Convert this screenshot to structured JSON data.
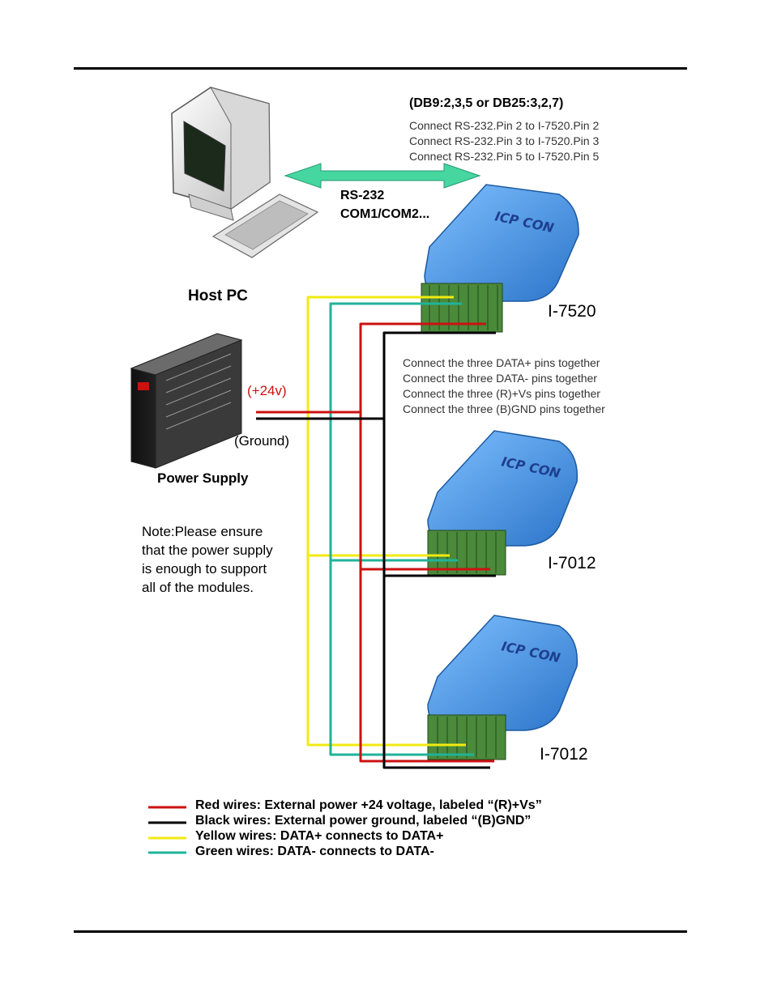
{
  "pc": {
    "label": "Host PC"
  },
  "rs232": {
    "pins_title": "(DB9:2,3,5  or DB25:3,2,7)",
    "pin_lines": [
      "Connect RS-232.Pin 2  to I-7520.Pin 2",
      "Connect RS-232.Pin 3  to I-7520.Pin 3",
      "Connect RS-232.Pin 5  to I-7520.Pin 5"
    ],
    "link_label_1": "RS-232",
    "link_label_2": "COM1/COM2..."
  },
  "modules": [
    {
      "label": "I-7520",
      "logo": "ICP CON"
    },
    {
      "label": "I-7012",
      "logo": "ICP CON"
    },
    {
      "label": "I-7012",
      "logo": "ICP CON"
    }
  ],
  "power": {
    "label": "Power Supply",
    "plus_label": "(+24v)",
    "ground_label": "(Ground)"
  },
  "connect_notes": [
    "Connect the three DATA+  pins together",
    "Connect the three DATA-   pins together",
    "Connect the three (R)+Vs   pins together",
    "Connect the three (B)GND pins together"
  ],
  "note": [
    "Note:Please ensure",
    "that the power supply",
    "is enough to support",
    "all of the modules."
  ],
  "legend": [
    {
      "color": "#cc1111",
      "text": "Red wires: External power +24 voltage, labeled “(R)+Vs”"
    },
    {
      "color": "#000000",
      "text": "Black wires: External power ground, labeled “(B)GND”"
    },
    {
      "color": "#f2ea12",
      "text": "Yellow wires: DATA+ connects to DATA+"
    },
    {
      "color": "#1fb39a",
      "text": "Green wires: DATA- connects to DATA-"
    }
  ],
  "colors": {
    "red_wire": "#cc1111",
    "black_wire": "#000000",
    "yellow_wire": "#f2ea12",
    "green_wire": "#1fb39a",
    "module_blue": "#3f8fe0",
    "arrow_green": "#46d6a0"
  }
}
